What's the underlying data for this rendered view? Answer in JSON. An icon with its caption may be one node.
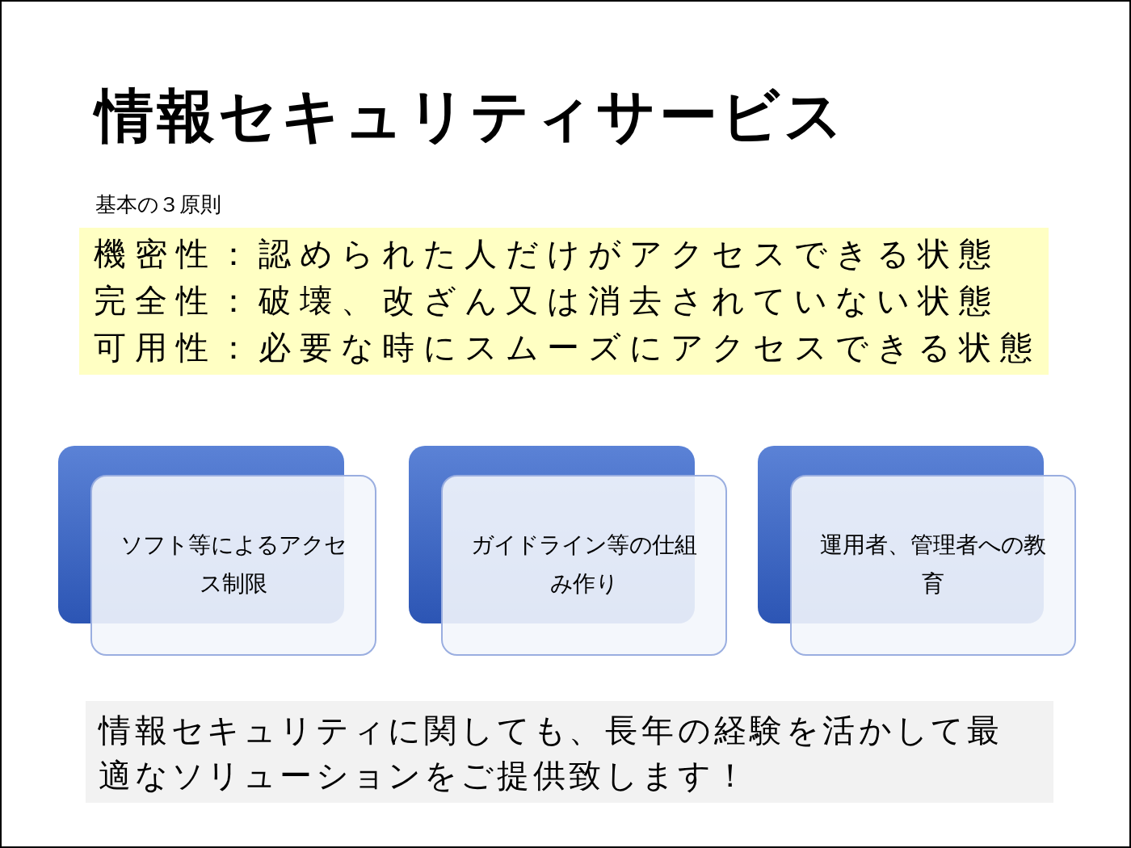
{
  "diagram": {
    "title": "情報セキュリティサービス",
    "nodes": [
      {
        "text": [
          "機密性：認められた人だけがアクセスできる状態",
          "完全性：破壊、改ざん又は消去されていない状態",
          "可用性：必要な時にスムーズにアクセスできる状態"
        ]
      },
      {
        "text": [
          "ソフト等によるアクセス制限"
        ]
      },
      {
        "text": [
          "ガイドライン等の仕組み作り"
        ]
      },
      {
        "text": [
          "運用者、管理者への教育"
        ]
      },
      {
        "text": [
          "情報セキュリティに関しても、長年の経験を活かして最適なソリューションをご提供致します！"
        ]
      }
    ],
    "labels": [
      "基本の３原則"
    ]
  }
}
